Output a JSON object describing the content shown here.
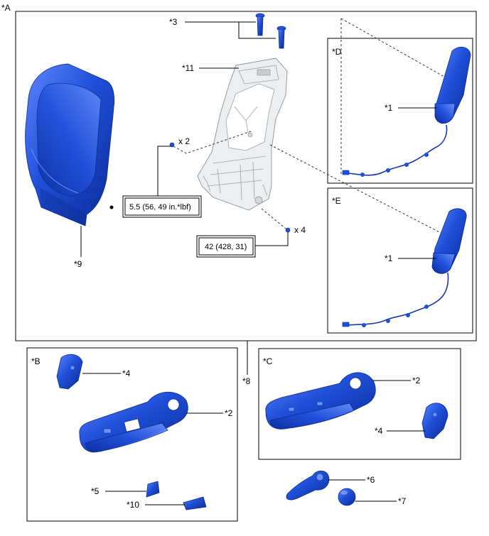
{
  "labels": {
    "A": "*A",
    "B": "*B",
    "C": "*C",
    "D": "*D",
    "E": "*E",
    "p1_d": "*1",
    "p1_e": "*1",
    "p2_b": "*2",
    "p2_c": "*2",
    "p3": "*3",
    "p4_b": "*4",
    "p4_c": "*4",
    "p5": "*5",
    "p6": "*6",
    "p7": "*7",
    "p8": "*8",
    "p9": "*9",
    "p10": "*10",
    "p11": "*11"
  },
  "fasteners": {
    "qty_upper": "x 2",
    "qty_lower": "x 4"
  },
  "torque": {
    "upper": "5.5 (56, 49 in.*lbf)",
    "lower": "42 (428, 31)"
  },
  "colors": {
    "part_blue": "#1f4fd8",
    "part_blue_dark": "#0b2a8c",
    "frame_gray": "#eceff2"
  }
}
